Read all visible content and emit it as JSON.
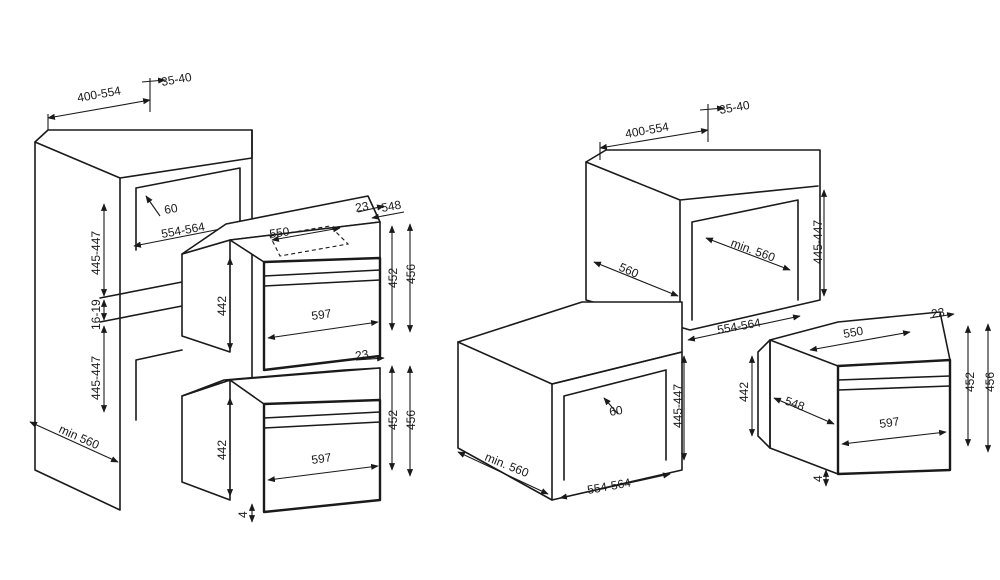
{
  "left": {
    "width_top": "400-554",
    "depth_top": "35-40",
    "depth_60": "60",
    "width_inner": "554-564",
    "height_upper": "445-447",
    "gap": "16-19",
    "height_lower": "445-447",
    "depth_min": "min 560",
    "upper": {
      "d548": "548",
      "d23": "23",
      "d550": "550",
      "w597": "597",
      "h442": "442",
      "h452": "452",
      "h456": "456"
    },
    "lower": {
      "d23": "23",
      "w597": "597",
      "h442": "442",
      "h452": "452",
      "h456": "456",
      "d4": "4"
    }
  },
  "right": {
    "width_top": "400-554",
    "depth_top": "35-40",
    "upper_depth": "560",
    "upper_min": "min. 560",
    "upper_height": "445-447",
    "upper_width": "554-564",
    "lower_depth": "min. 560",
    "lower_60": "60",
    "lower_height": "445-447",
    "lower_width": "554-564",
    "appliance": {
      "d23": "23",
      "d550": "550",
      "d548": "548",
      "w597": "597",
      "h442": "442",
      "h452": "452",
      "h456": "456",
      "d4": "4"
    }
  }
}
